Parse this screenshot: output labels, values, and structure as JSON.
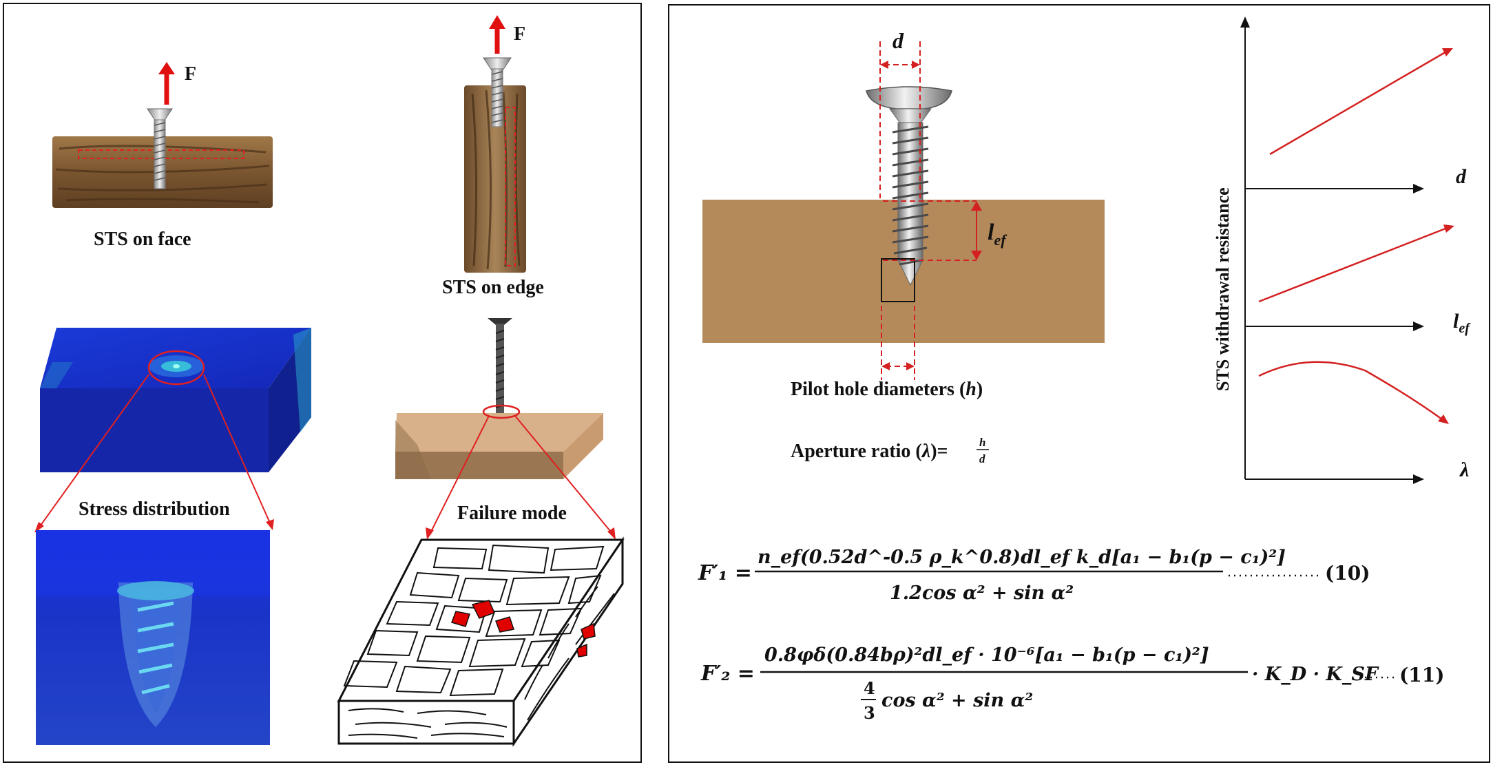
{
  "left_panel": {
    "force_label_face": "F",
    "force_label_edge": "F",
    "caption_face": "STS on face",
    "caption_edge": "STS on edge",
    "caption_stress": "Stress distribution",
    "caption_failure": "Failure mode"
  },
  "right_panel": {
    "screw_diameter_label": "d",
    "effective_length_label": "l",
    "effective_length_sub": "ef",
    "pilot_hole_caption_prefix": "Pilot hole diameters (",
    "pilot_hole_symbol": "h",
    "pilot_hole_caption_suffix": ")",
    "aperture_caption_prefix": "Aperture ratio (",
    "aperture_symbol": "λ",
    "aperture_caption_mid": ")=",
    "aperture_fraction_num": "h",
    "aperture_fraction_den": "d",
    "graph": {
      "y_axis_label": "STS withdrawal resistance",
      "axis_1_label": "d",
      "axis_2_label": "l",
      "axis_2_sub": "ef",
      "axis_3_label": "λ",
      "trend_colors": [
        "#d42020",
        "#d42020",
        "#d42020"
      ]
    },
    "equations": {
      "eq10_lhs": "F′₁ =",
      "eq10_numerator": "n_ef(0.52d^-0.5 ρ_k^0.8)dl_ef k_d[a₁ − b₁(p − c₁)²]",
      "eq10_denominator": "1.2cos α² + sin α²",
      "eq10_number": "(10)",
      "eq11_lhs": "F′₂ =",
      "eq11_numerator": "0.8φδ(0.84bρ)²dl_ef · 10⁻⁶[a₁ − b₁(p − c₁)²]",
      "eq11_denominator_frac_num": "4",
      "eq11_denominator_frac_den": "3",
      "eq11_denominator_rest": "cos α² + sin α²",
      "eq11_factors": "· K_D · K_SF",
      "eq11_number": "(11)"
    }
  },
  "colors": {
    "force_arrow": "#e01010",
    "guide_lines": "#d42020",
    "wood_brown": "#b58a5a",
    "fem_blue": "#1528c8",
    "failure_red": "#e00000"
  }
}
